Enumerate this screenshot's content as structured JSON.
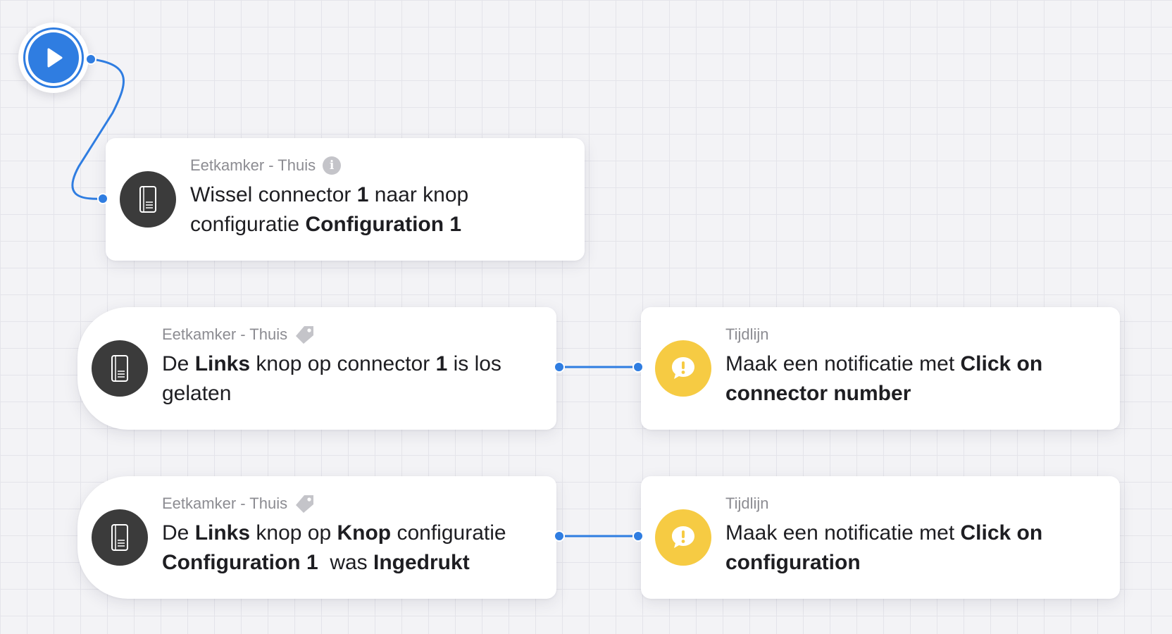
{
  "colors": {
    "accent": "#2f7de1",
    "device_icon_bg": "#3b3b3b",
    "notification_icon_bg": "#f6cb43",
    "canvas_bg": "#f3f3f6",
    "grid_line": "#e4e4ea"
  },
  "start_node": {
    "icon": "play-icon"
  },
  "cards": [
    {
      "id": "action-switch-config",
      "meta": "Eetkamker - Thuis",
      "meta_icon": "info-icon",
      "icon": "device-panel-icon",
      "line1": {
        "t1": "Wissel connector ",
        "b1": "1",
        "t2": " naar knop"
      },
      "line2": {
        "t1": "configuratie ",
        "b1": "Configuration 1"
      }
    },
    {
      "id": "trigger-links-released",
      "meta": "Eetkamker - Thuis",
      "meta_icon": "tag-icon",
      "icon": "device-panel-icon",
      "line1": {
        "t1": "De ",
        "b1": "Links",
        "t2": " knop op connector ",
        "b2": "1",
        "t3": " is los"
      },
      "line2": {
        "t1": "gelaten"
      }
    },
    {
      "id": "action-notify-connector",
      "meta": "Tijdlijn",
      "icon": "notification-alert-icon",
      "line1": {
        "t1": "Maak een notificatie met ",
        "b1": "Click on"
      },
      "line2": {
        "b1": "connector number"
      }
    },
    {
      "id": "trigger-links-pressed",
      "meta": "Eetkamker - Thuis",
      "meta_icon": "tag-icon",
      "icon": "device-panel-icon",
      "line1": {
        "t1": "De ",
        "b1": "Links",
        "t2": " knop op ",
        "b2": "Knop",
        "t3": " configuratie"
      },
      "line2": {
        "b1": "Configuration 1",
        "t2": "  was ",
        "b2": "Ingedrukt"
      }
    },
    {
      "id": "action-notify-configuration",
      "meta": "Tijdlijn",
      "icon": "notification-alert-icon",
      "line1": {
        "t1": "Maak een notificatie met ",
        "b1": "Click on"
      },
      "line2": {
        "b1": "configuration"
      }
    }
  ]
}
